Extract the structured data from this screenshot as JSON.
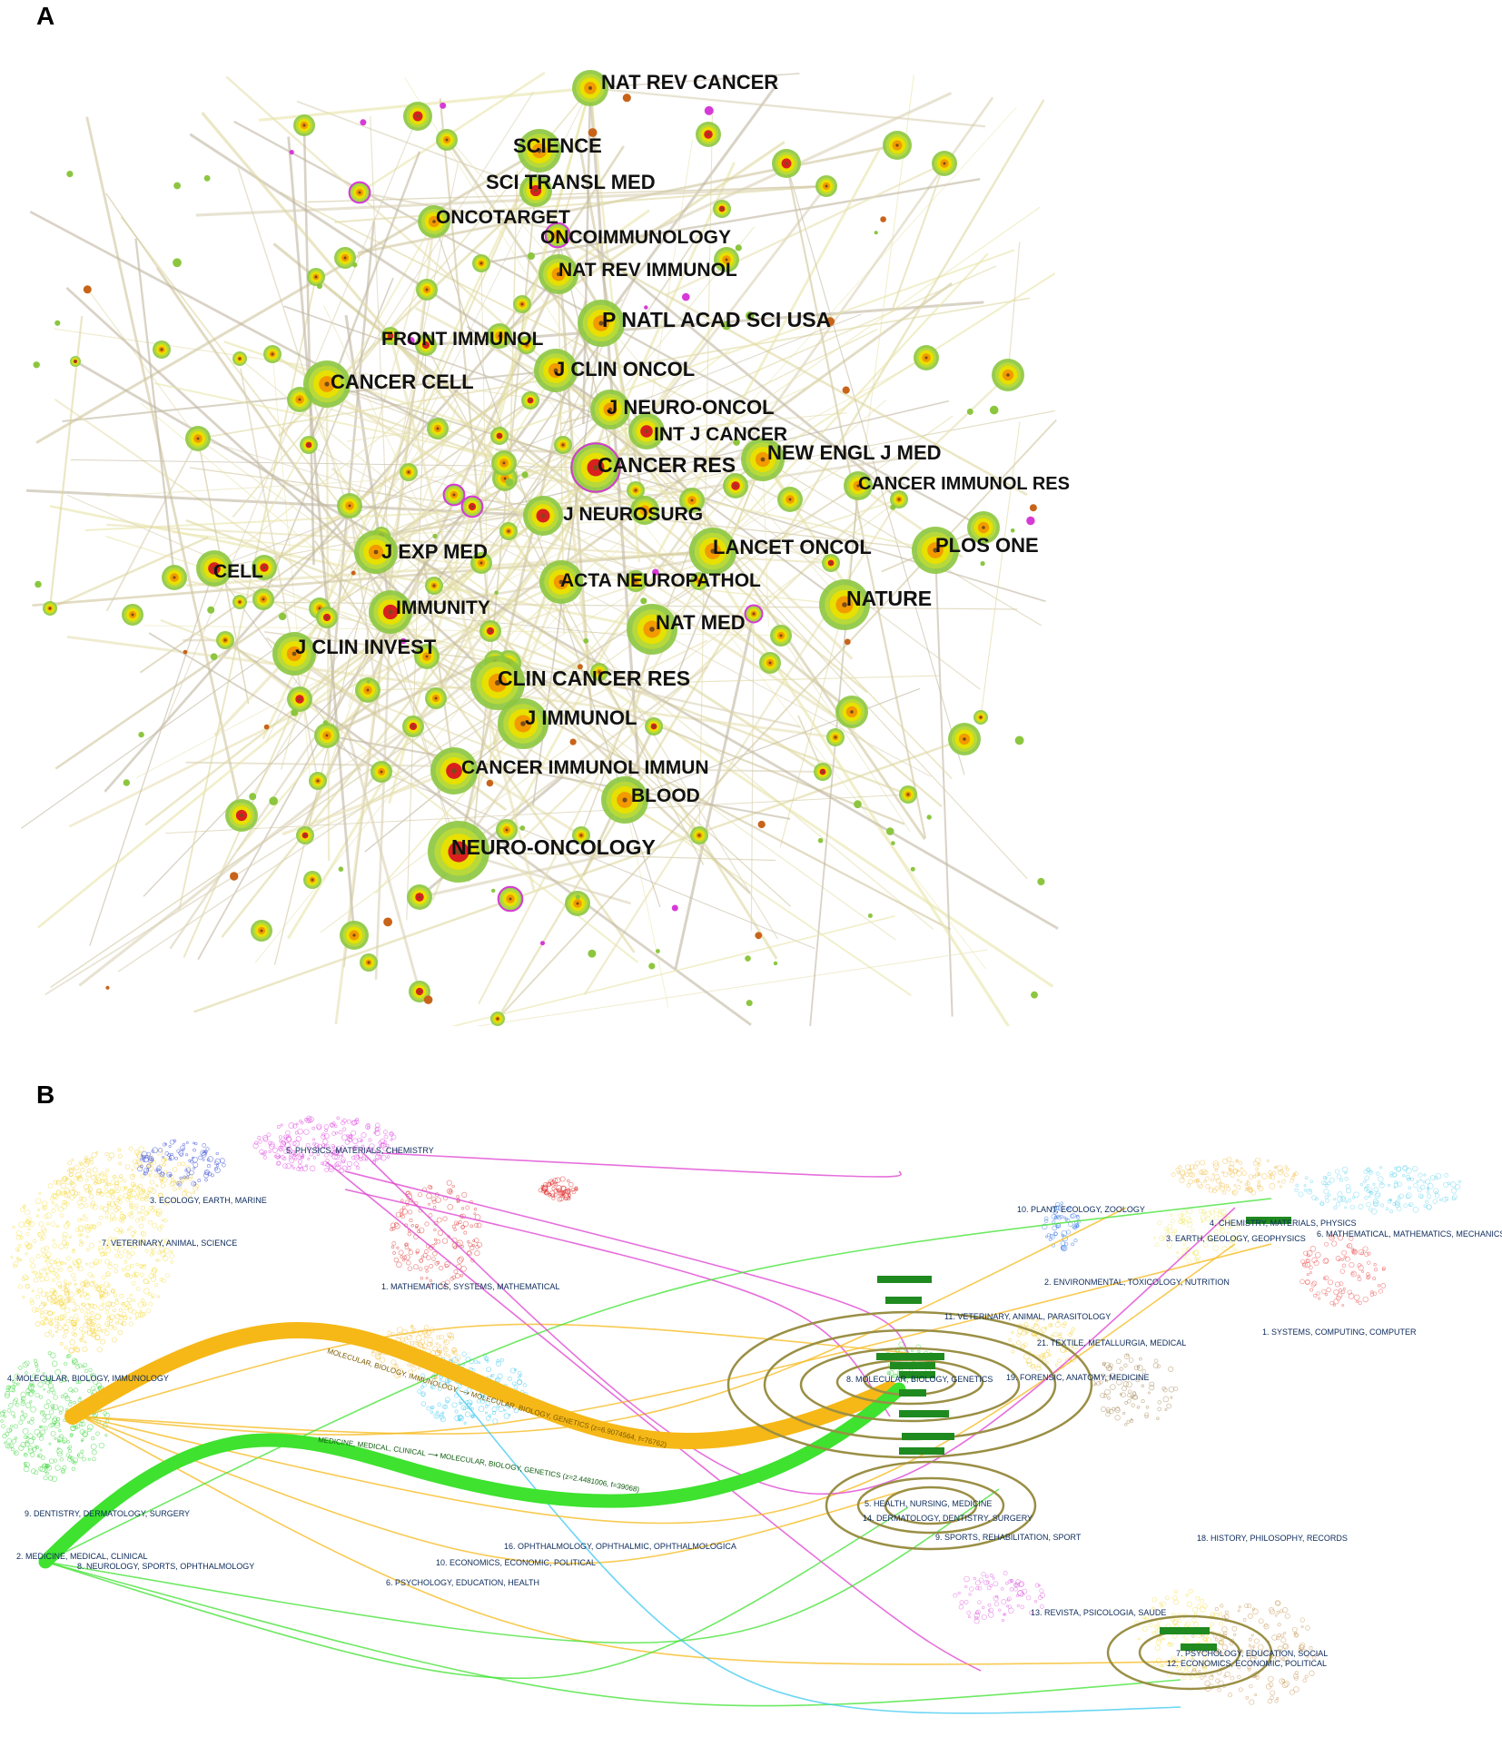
{
  "panel_a": {
    "letter": "A",
    "journals": [
      "NAT REV CANCER",
      "SCIENCE",
      "SCI TRANSL MED",
      "ONCOTARGET",
      "ONCOIMMUNOLOGY",
      "NAT REV IMMUNOL",
      "P NATL ACAD SCI USA",
      "FRONT IMMUNOL",
      "J CLIN ONCOL",
      "CANCER CELL",
      "J NEURO-ONCOL",
      "INT J CANCER",
      "CANCER RES",
      "NEW ENGL J MED",
      "CANCER IMMUNOL RES",
      "J NEUROSURG",
      "J EXP MED",
      "CELL",
      "LANCET ONCOL",
      "PLOS ONE",
      "ACTA NEUROPATHOL",
      "NATURE",
      "IMMUNITY",
      "NAT MED",
      "J CLIN INVEST",
      "CLIN CANCER RES",
      "J IMMUNOL",
      "CANCER IMMUNOL IMMUN",
      "BLOOD",
      "NEURO-ONCOLOGY"
    ]
  },
  "panel_b": {
    "letter": "B",
    "left_clusters": [
      "5. PHYSICS, MATERIALS, CHEMISTRY",
      "3. ECOLOGY, EARTH, MARINE",
      "7. VETERINARY, ANIMAL, SCIENCE",
      "1. MATHEMATICS, SYSTEMS, MATHEMATICAL",
      "4. MOLECULAR, BIOLOGY, IMMUNOLOGY",
      "9. DENTISTRY, DERMATOLOGY, SURGERY",
      "2. MEDICINE, MEDICAL, CLINICAL",
      "8. NEUROLOGY, SPORTS, OPHTHALMOLOGY",
      "16. OPHTHALMOLOGY, OPHTHALMIC, OPHTHALMOLOGICA",
      "10. ECONOMICS, ECONOMIC, POLITICAL",
      "6. PSYCHOLOGY, EDUCATION, HEALTH"
    ],
    "right_clusters": [
      "10. PLANT, ECOLOGY, ZOOLOGY",
      "4. CHEMISTRY, MATERIALS, PHYSICS",
      "3. EARTH, GEOLOGY, GEOPHYSICS",
      "6. MATHEMATICAL, MATHEMATICS, MECHANICS",
      "2. ENVIRONMENTAL, TOXICOLOGY, NUTRITION",
      "11. VETERINARY, ANIMAL, PARASITOLOGY",
      "1. SYSTEMS, COMPUTING, COMPUTER",
      "21. TEXTILE, METALLURGIA, MEDICAL",
      "19. FORENSIC, ANATOMY, MEDICINE",
      "8. MOLECULAR, BIOLOGY, GENETICS",
      "5. HEALTH, NURSING, MEDICINE",
      "14. DERMATOLOGY, DENTISTRY, SURGERY",
      "9. SPORTS, REHABILITATION, SPORT",
      "18. HISTORY, PHILOSOPHY, RECORDS",
      "13. REVISTA, PSICOLOGIA, SAUDE",
      "7. PSYCHOLOGY, EDUCATION, SOCIAL",
      "12. ECONOMICS, ECONOMIC, POLITICAL"
    ],
    "link_labels": [
      "MOLECULAR, BIOLOGY, IMMUNOLOGY ⟶ MOLECULAR, BIOLOGY, GENETICS (z=6.9074564, f=76762)",
      "MEDICINE, MEDICAL, CLINICAL ⟶ MOLECULAR, BIOLOGY, GENETICS (z=2.4481006, f=39068)"
    ]
  },
  "colors": {
    "node_outer": "#8cc63f",
    "node_mid": "#e8e000",
    "node_core": "#f29a00",
    "node_hot": "#d9201f",
    "node_magenta": "#d63ad6",
    "yellow_link": "#f6b817",
    "green_link": "#3ee22f",
    "magenta_link": "#dd3fd0",
    "ellipse": "#9a8f45"
  }
}
